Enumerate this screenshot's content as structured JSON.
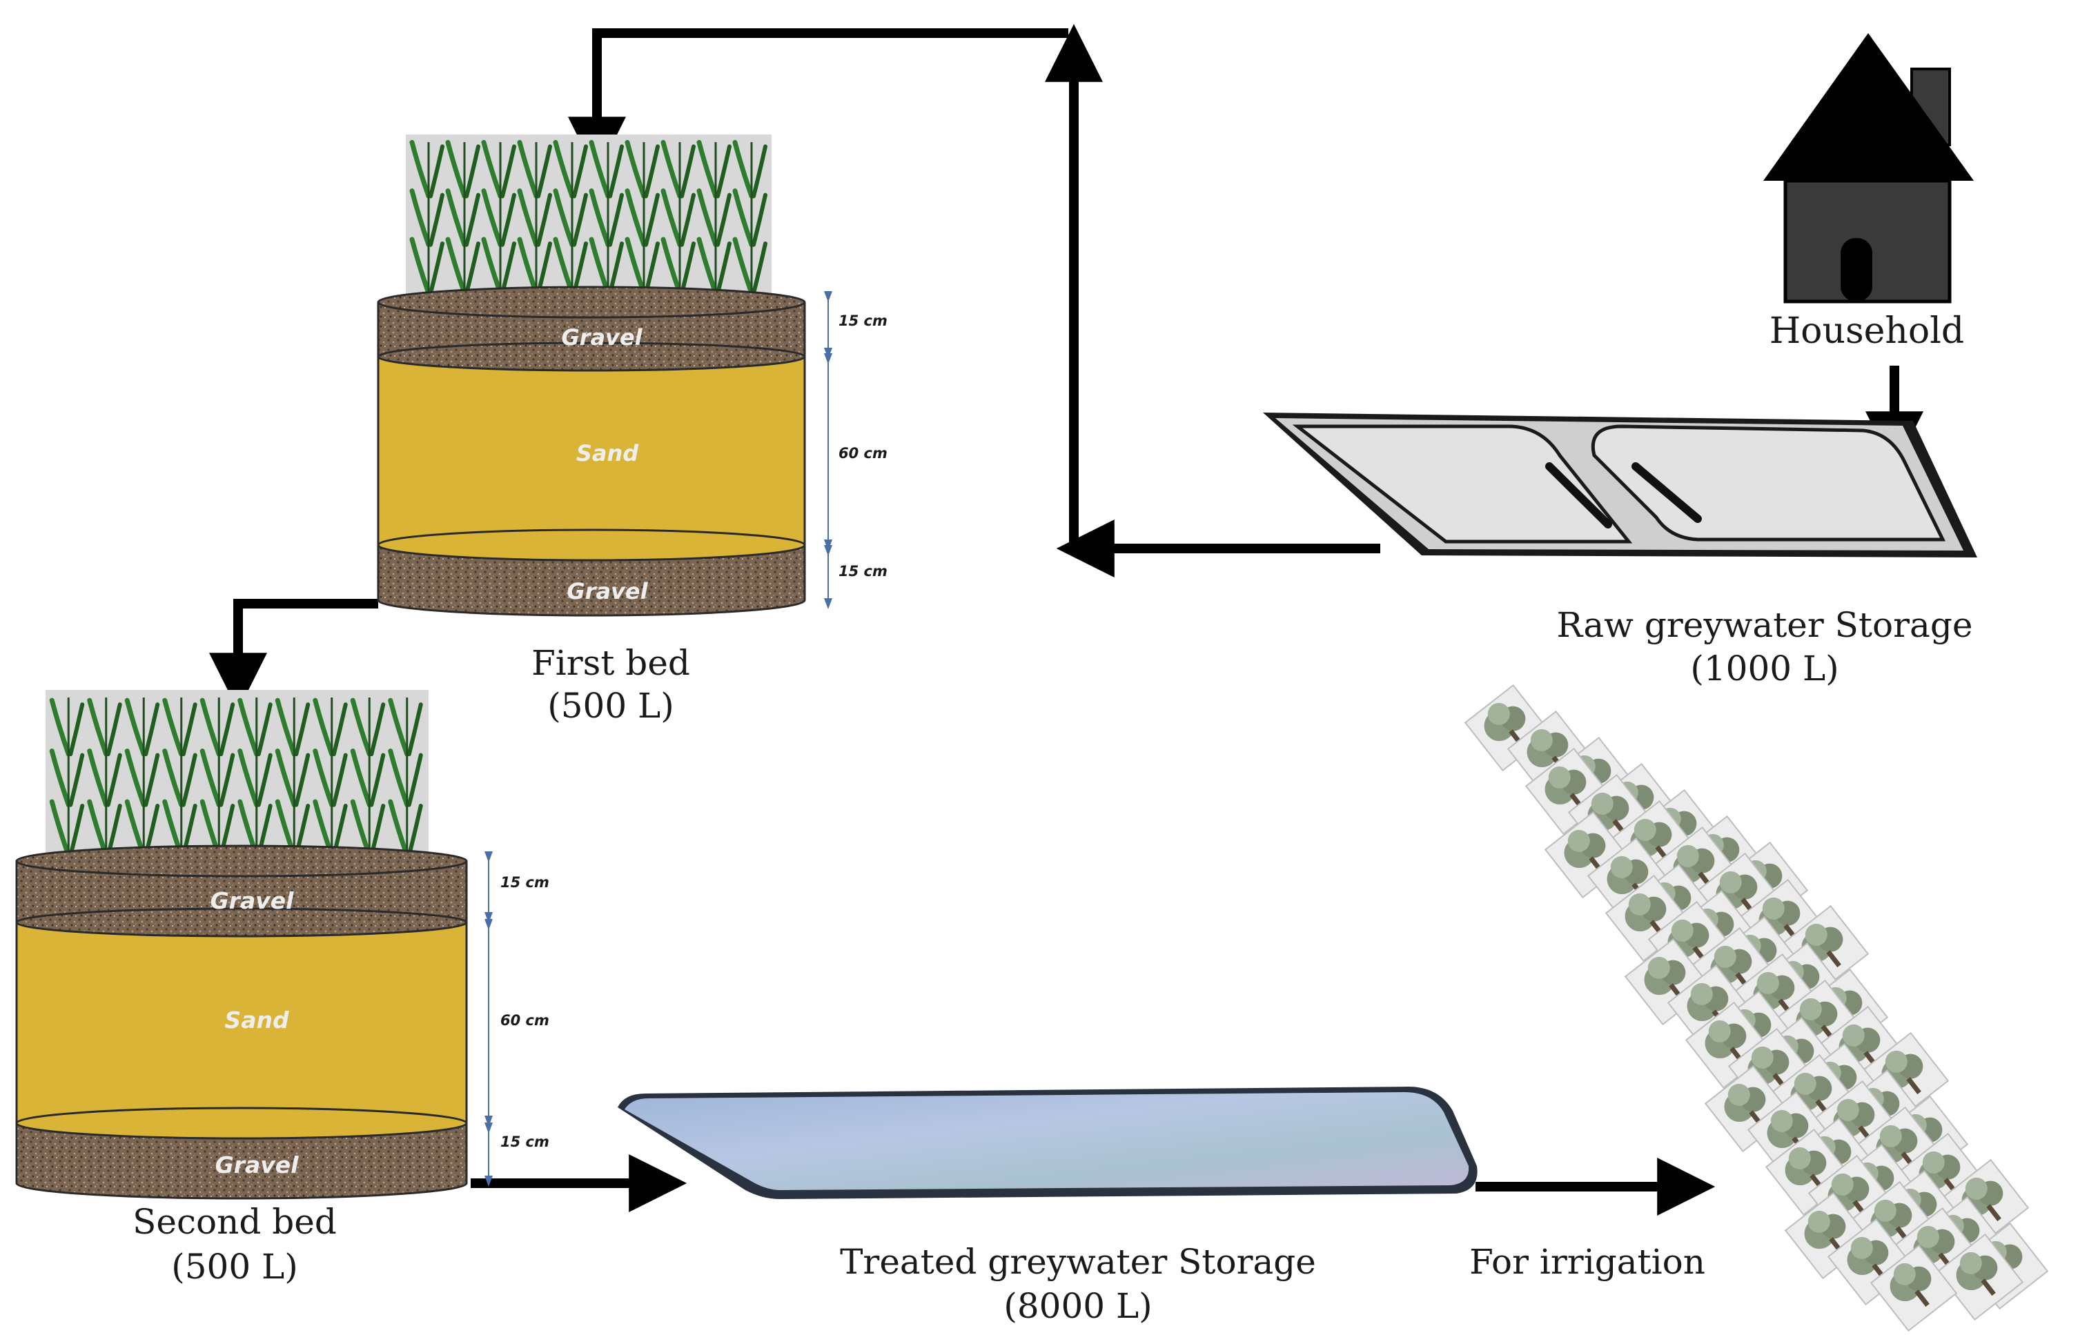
{
  "household": {
    "label": "Household"
  },
  "raw_storage": {
    "label": "Raw  greywater Storage",
    "capacity": "(1000 L)"
  },
  "first_bed": {
    "label": "First  bed",
    "capacity": "(500 L)",
    "layers": {
      "top": "Gravel",
      "middle": "Sand",
      "bottom": "Gravel"
    },
    "dims": {
      "top": "15 cm",
      "middle": "60 cm",
      "bottom": "15 cm"
    }
  },
  "second_bed": {
    "label": "Second  bed",
    "capacity": "(500 L)",
    "layers": {
      "top": "Gravel",
      "middle": "Sand",
      "bottom": "Gravel"
    },
    "dims": {
      "top": "15 cm",
      "middle": "60 cm",
      "bottom": "15 cm"
    }
  },
  "treated_storage": {
    "label": "Treated greywater Storage",
    "capacity": "(8000 L)"
  },
  "irrigation": {
    "label": "For  irrigation"
  },
  "colors": {
    "gravel": "#7a6552",
    "sand": "#d9b437",
    "plant": "#2e7d2e",
    "plant_bg": "#d8d8d8",
    "house": "#3a3a3a",
    "arrow": "#000000",
    "water": "#a8bcd8"
  },
  "icons": {
    "household": "house-icon",
    "raw_storage": "sink-tank-icon",
    "treated_storage": "water-tank-icon",
    "trees": "tree-grid-icon"
  }
}
